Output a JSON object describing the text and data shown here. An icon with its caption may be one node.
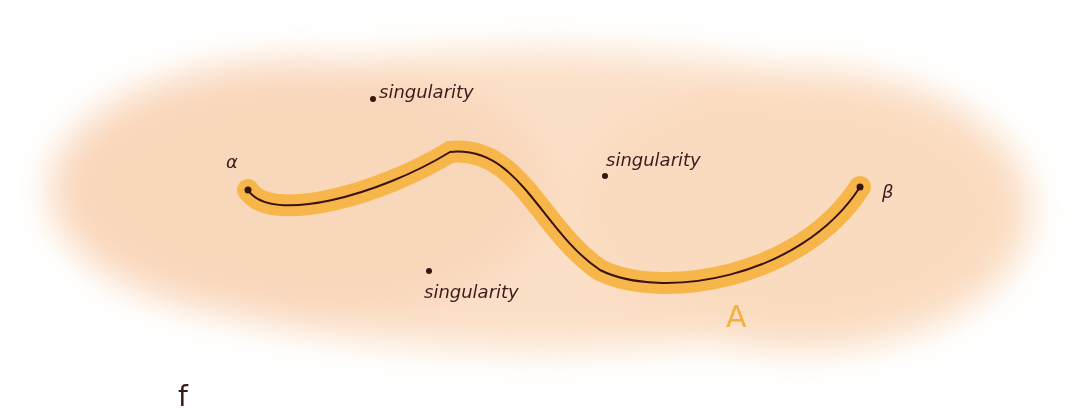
{
  "diagram": {
    "labels": [
      "singularity",
      "α",
      "singularity",
      "β",
      "singularity",
      "A",
      "f"
    ]
  }
}
